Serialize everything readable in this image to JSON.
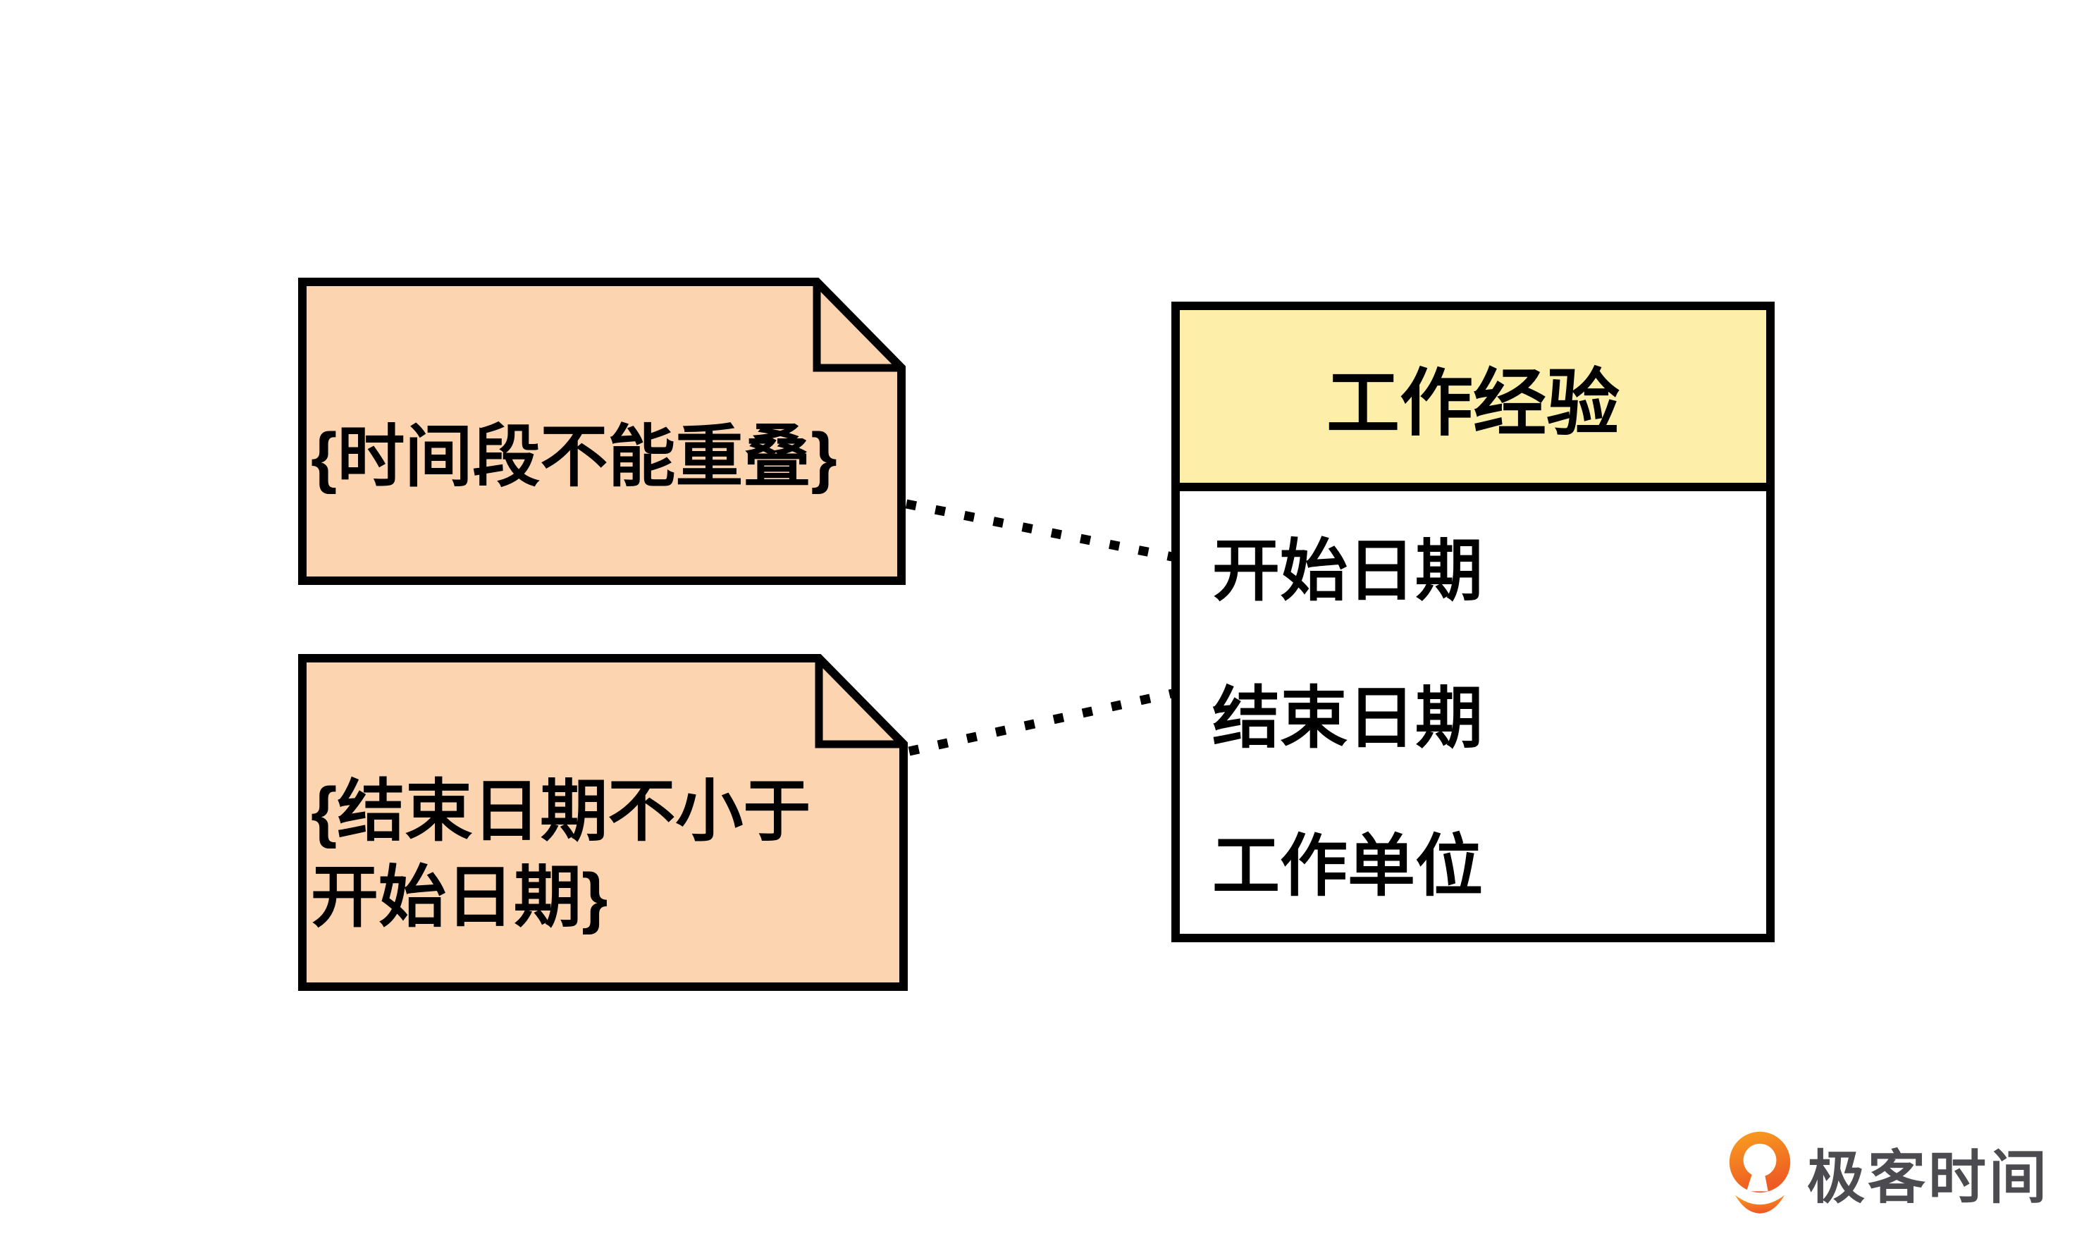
{
  "diagram": {
    "type": "uml-class-diagram-with-constraint-notes",
    "notes": [
      {
        "name": "time-overlap-constraint",
        "lines": [
          "{时间段不能重叠}"
        ]
      },
      {
        "name": "end-date-constraint",
        "lines": [
          "{结束日期不小于",
          "开始日期}"
        ]
      }
    ],
    "class_box": {
      "title": "工作经验",
      "attributes": [
        "开始日期",
        "结束日期",
        "工作单位"
      ]
    },
    "connections": [
      {
        "from": "time-overlap-constraint",
        "to": "开始日期",
        "style": "dotted"
      },
      {
        "from": "end-date-constraint",
        "to": "结束日期",
        "style": "dotted"
      }
    ]
  },
  "branding": {
    "logo_text": "极客时间",
    "logo_icon": "geektime-logo-icon"
  },
  "colors": {
    "background": "#ffffff",
    "note_fill": "#fcd4b0",
    "class_header_fill": "#fdeea9",
    "class_body_fill": "#ffffff",
    "border": "#000000",
    "text": "#000000",
    "logo_text": "#4b4b50",
    "logo_orange_top": "#f9a11e",
    "logo_orange_bottom": "#ee5a24"
  }
}
